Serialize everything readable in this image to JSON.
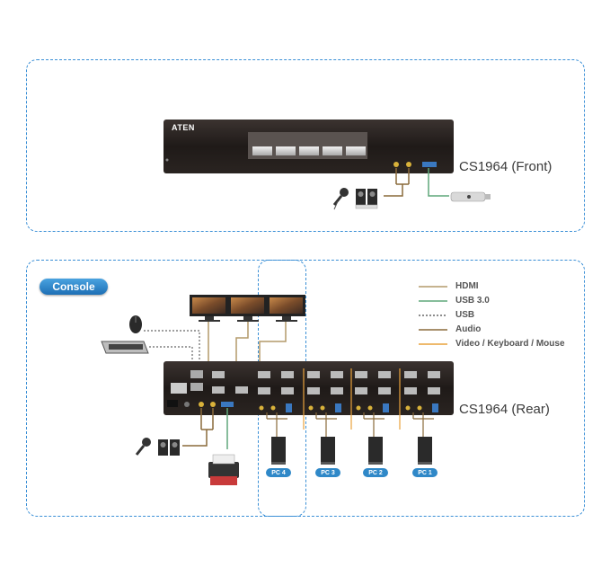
{
  "front": {
    "label": "CS1964 (Front)",
    "brand": "ATEN"
  },
  "rear": {
    "label": "CS1964 (Rear)"
  },
  "console": {
    "badge": "Console"
  },
  "legend": {
    "items": [
      {
        "label": "HDMI",
        "color": "#b39a6a",
        "style": "solid"
      },
      {
        "label": "USB 3.0",
        "color": "#5fa77a",
        "style": "solid"
      },
      {
        "label": "USB",
        "color": "#666666",
        "style": "dashed"
      },
      {
        "label": "Audio",
        "color": "#8a6a3a",
        "style": "solid"
      },
      {
        "label": "Video / Keyboard / Mouse",
        "color": "#e8a23c",
        "style": "solid"
      }
    ]
  },
  "pcs": [
    "PC 4",
    "PC 3",
    "PC 2",
    "PC 1"
  ],
  "colors": {
    "frame": "#3a8fd6",
    "badge": "#2f88c8",
    "hdmi": "#b39a6a",
    "usb3": "#5fa77a",
    "audio": "#8a6a3a"
  }
}
